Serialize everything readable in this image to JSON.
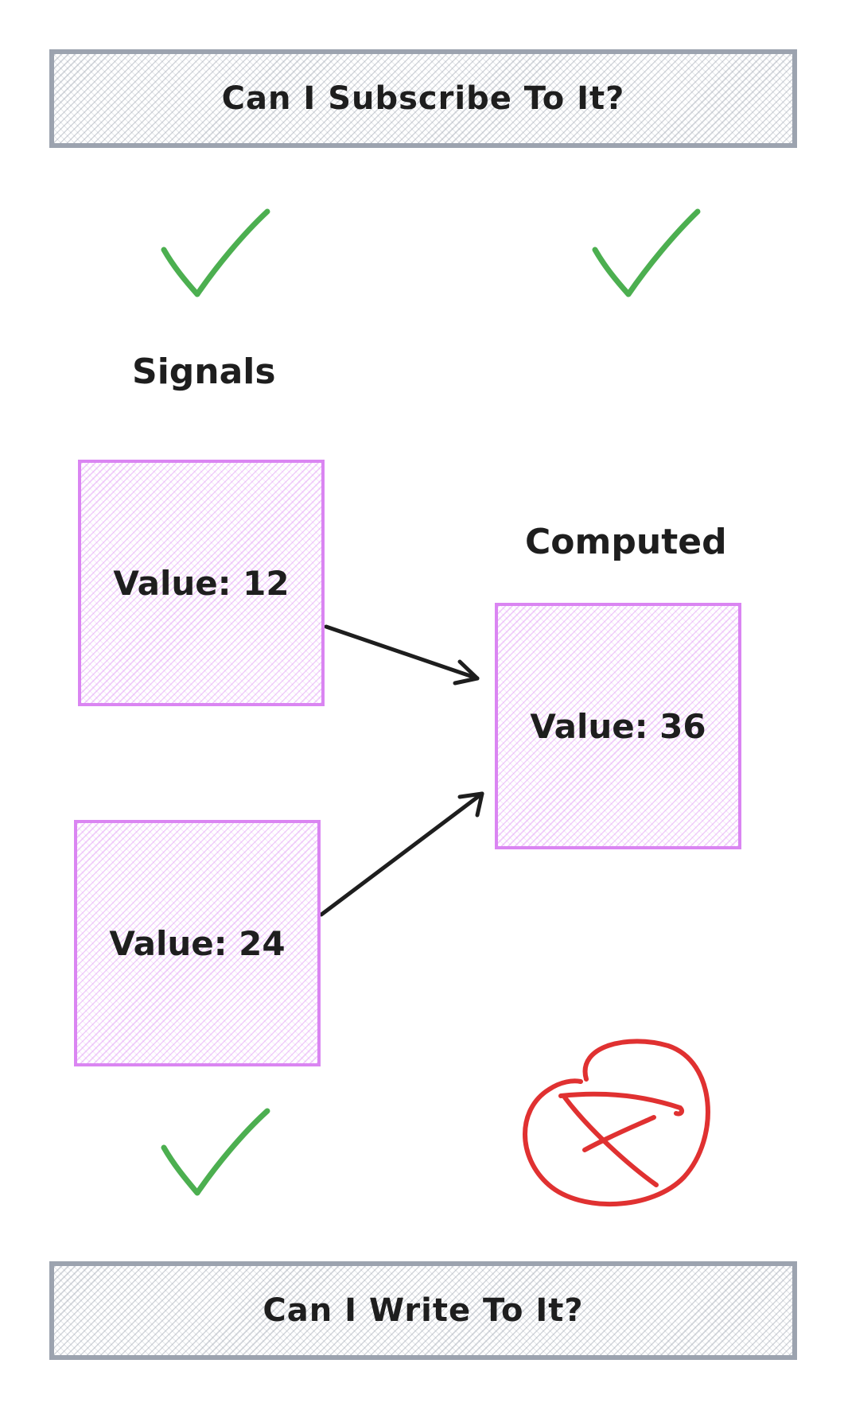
{
  "banners": {
    "subscribe": "Can I Subscribe To It?",
    "write": "Can I Write To It?"
  },
  "labels": {
    "signals": "Signals",
    "computed": "Computed"
  },
  "boxes": {
    "signal_a": "Value: 12",
    "signal_b": "Value: 24",
    "computed": "Value: 36"
  },
  "marks": {
    "signals_subscribe": "check",
    "computed_subscribe": "check",
    "signals_write": "check",
    "computed_write": "cross"
  },
  "icons": {
    "check": "check-icon",
    "cross": "circled-cross-icon",
    "arrow": "arrow-icon"
  },
  "colors": {
    "check": "#4caf50",
    "cross": "#e03131",
    "box_border": "#da85f2",
    "banner_border": "#9ca3af",
    "arrow": "#1e1e1e"
  }
}
